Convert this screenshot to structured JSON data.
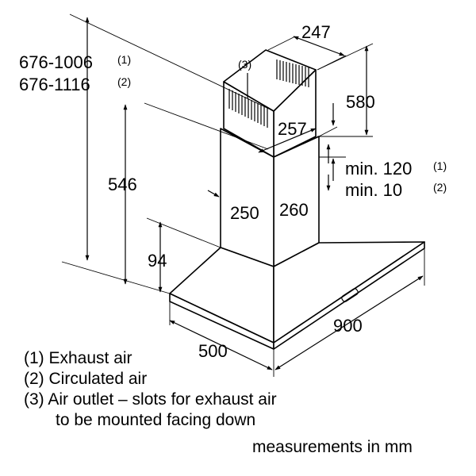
{
  "dimensions": {
    "chimney_width": "247",
    "chimney_height": "580",
    "chimney_depth": "257",
    "total_height_1": "676-1006",
    "total_height_2": "676-1116",
    "total_height_1_note": "(1)",
    "total_height_2_note": "(2)",
    "slot_marker": "(3)",
    "body_height": "546",
    "min_1": "min. 120",
    "min_1_note": "(1)",
    "min_2": "min. 10",
    "min_2_note": "(2)",
    "duct_left": "250",
    "duct_right": "260",
    "canopy_height": "94",
    "hood_width": "900",
    "hood_depth": "500"
  },
  "legend": {
    "line1": "(1) Exhaust air",
    "line2": "(2) Circulated air",
    "line3": "(3) Air outlet – slots for exhaust air",
    "line4": "to be mounted facing down",
    "units": "measurements in mm"
  }
}
